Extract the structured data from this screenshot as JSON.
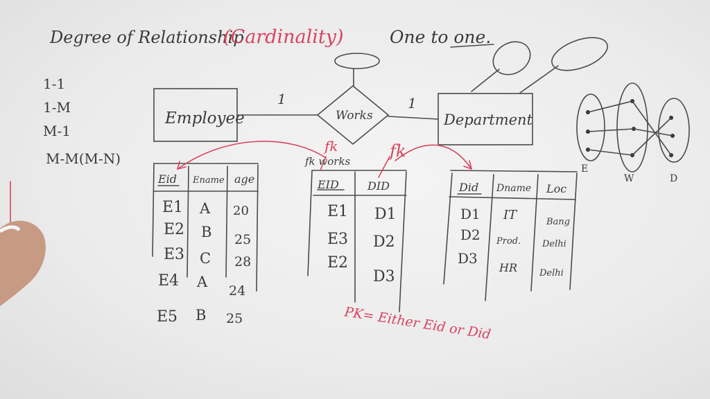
{
  "heading": {
    "title": "Degree of Relationship",
    "subtitle": "(Cardinality)",
    "focus": "One to one."
  },
  "types_list": [
    "1-1",
    "1-M",
    "M-1",
    "M-M(M-N)"
  ],
  "er": {
    "left_entity": "Employee",
    "relationship": "Works",
    "right_entity": "Department",
    "left_card": "1",
    "right_card": "1"
  },
  "mapping_labels": [
    "E",
    "W",
    "D"
  ],
  "employee_table": {
    "headers": [
      "Eid",
      "Ename",
      "age"
    ],
    "rows": [
      [
        "E1",
        "A",
        "20"
      ],
      [
        "E2",
        "B",
        "25"
      ],
      [
        "E3",
        "C",
        "28"
      ],
      [
        "E4",
        "A",
        "24"
      ],
      [
        "E5",
        "B",
        "25"
      ]
    ]
  },
  "works_table": {
    "fk_label": "fk",
    "fk_works_label": "fk works",
    "headers": [
      "EID",
      "DID"
    ],
    "rows": [
      [
        "E1",
        "D1"
      ],
      [
        "E3",
        "D2"
      ],
      [
        "E2",
        "D3"
      ]
    ]
  },
  "dept_fk_label": "fk",
  "dept_table": {
    "headers": [
      "Did",
      "Dname",
      "Loc"
    ],
    "rows": [
      [
        "D1",
        "IT",
        "Bang"
      ],
      [
        "D2",
        "Prod.",
        "Delhi"
      ],
      [
        "D3",
        "HR",
        "Delhi"
      ]
    ]
  },
  "pk_note": "PK= Either Eid or Did",
  "colors": {
    "ink": "#3a3a3a",
    "marker_red": "#d8435f"
  }
}
